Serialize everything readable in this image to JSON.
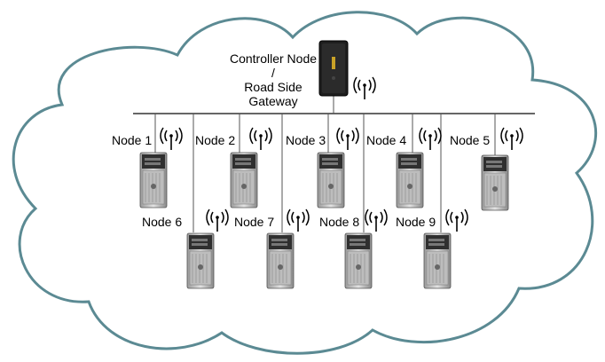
{
  "colors": {
    "cloud_stroke": "#5b8a93",
    "cloud_fill": "#ffffff",
    "bus_line": "#333333",
    "server_dark": "#3a3a3a",
    "server_light": "#d9d9d9",
    "controller_body": "#1e1e1e"
  },
  "controller": {
    "label_line1": "Controller Node",
    "label_line2": "/",
    "label_line3": "Road Side",
    "label_line4": "Gateway",
    "icon": "tower-server-icon",
    "antenna_icon": "wireless-antenna-icon"
  },
  "nodes": [
    {
      "label": "Node 1"
    },
    {
      "label": "Node 2"
    },
    {
      "label": "Node 3"
    },
    {
      "label": "Node 4"
    },
    {
      "label": "Node 5"
    },
    {
      "label": "Node 6"
    },
    {
      "label": "Node 7"
    },
    {
      "label": "Node 8"
    },
    {
      "label": "Node 9"
    }
  ]
}
